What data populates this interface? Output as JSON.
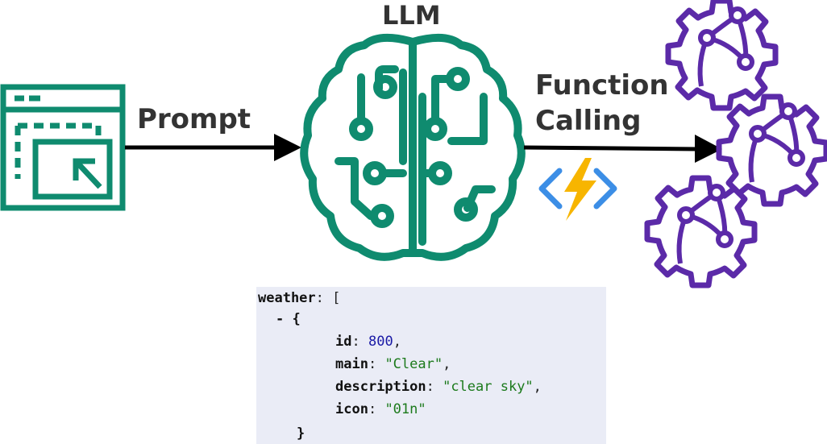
{
  "diagram": {
    "llm_title": "LLM",
    "prompt_label": "Prompt",
    "function_calling_line1": "Function",
    "function_calling_line2": "Calling"
  },
  "colors": {
    "teal": "#0f8b6f",
    "purple": "#5b2aa8",
    "arrow": "#000000",
    "code_bg": "#eaecf6"
  },
  "icons": [
    "browser-window-icon",
    "brain-circuit-icon",
    "azure-functions-icon",
    "gear-network-icon"
  ],
  "code": {
    "line1_key": "weather",
    "line1_rest": ": [",
    "line2": "- {",
    "id_key": "id",
    "id_value": "800",
    "main_key": "main",
    "main_value": "\"Clear\"",
    "description_key": "description",
    "description_value": "\"clear sky\"",
    "icon_key": "icon",
    "icon_value": "\"01n\"",
    "close": "}"
  }
}
